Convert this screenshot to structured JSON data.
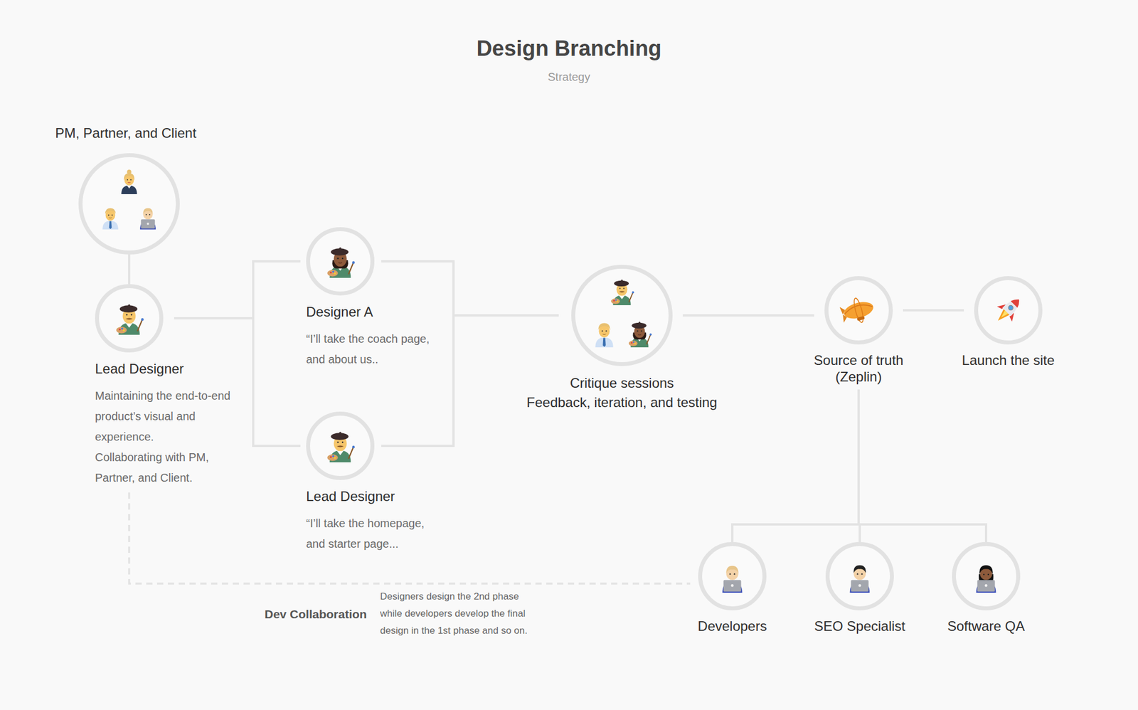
{
  "diagram": {
    "title": "Design Branching",
    "nodes": [
      {
        "text": [
          "PM, Partner, and Client"
        ]
      },
      {
        "text": [
          "Lead Designer",
          "Maintaining the end-to-end product’s visual and experience.",
          "Collaborating with PM, Partner, and Client."
        ]
      },
      {
        "text": [
          "Designer A",
          "“I’ll take the coach page, and about us.."
        ]
      },
      {
        "text": [
          "Lead Designer",
          "“I’ll take the homepage, and starter page..."
        ]
      },
      {
        "text": [
          "Critique sessions",
          "Feedback, iteration, and testing"
        ]
      },
      {
        "text": [
          "Source of truth (Zeplin)"
        ]
      },
      {
        "text": [
          "Launch the site"
        ]
      },
      {
        "text": [
          "Developers"
        ]
      },
      {
        "text": [
          "SEO Specialist"
        ]
      },
      {
        "text": [
          "Software QA"
        ]
      }
    ],
    "edges": [
      {
        "from": 0,
        "to": 1,
        "arrow": "none"
      },
      {
        "from": 1,
        "to": 2,
        "arrow": "none"
      },
      {
        "from": 1,
        "to": 3,
        "arrow": "none"
      },
      {
        "from": 2,
        "to": 4,
        "arrow": "none"
      },
      {
        "from": 3,
        "to": 4,
        "arrow": "none"
      },
      {
        "from": 4,
        "to": 5,
        "arrow": "none"
      },
      {
        "from": 5,
        "to": 6,
        "arrow": "none"
      },
      {
        "from": 5,
        "to": 7,
        "arrow": "none"
      },
      {
        "from": 5,
        "to": 8,
        "arrow": "none"
      },
      {
        "from": 5,
        "to": 9,
        "arrow": "none"
      },
      {
        "from": 1,
        "to": 7,
        "label": "Dev Collaboration",
        "arrow": "none"
      }
    ],
    "labels": [
      "Strategy",
      "Designers design the 2nd phase while developers develop the final design in the 1st phase and so on."
    ]
  }
}
